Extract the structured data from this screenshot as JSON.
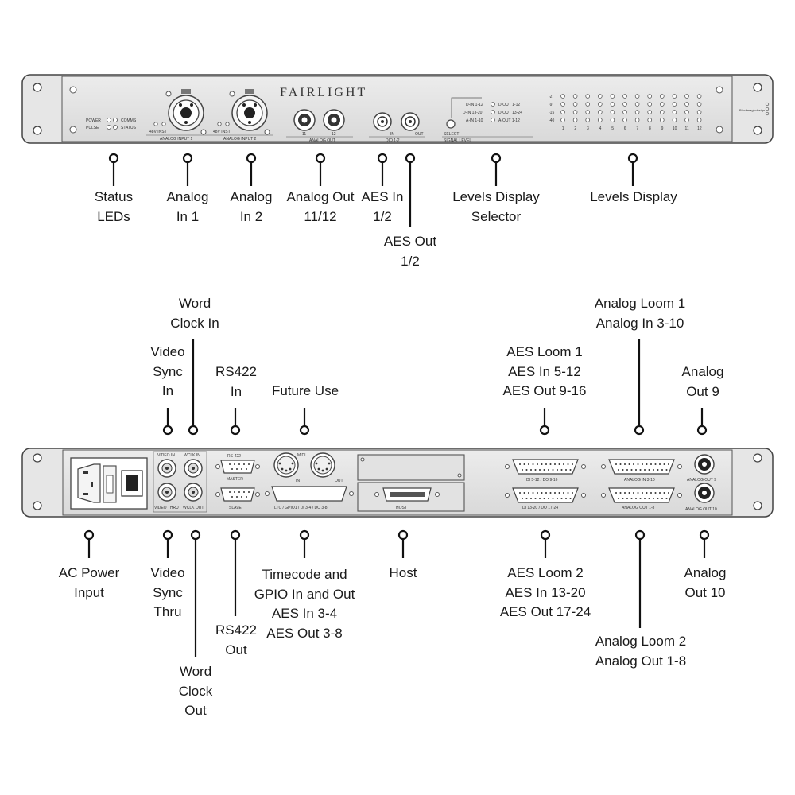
{
  "front_panel": {
    "brand": "FAIRLIGHT",
    "labels": {
      "power": "POWER",
      "comms": "COMMS",
      "pulse": "PULSE",
      "status": "STATUS",
      "phantom1": "48V INST",
      "phantom2": "48V INST",
      "analog_input_1": "ANALOG INPUT 1",
      "analog_input_2": "ANALOG INPUT 2",
      "analog_out": "ANALOG OUT",
      "out_11": "11",
      "out_12": "12",
      "aes_io": "DIO 1-2",
      "aes_in": "IN",
      "aes_out": "OUT",
      "select": "SELECT",
      "signal_level": "SIGNAL LEVEL",
      "sel_din": "D-IN 1-12",
      "sel_dout": "D-OUT 1-12",
      "sel_din2": "D-IN 13-20",
      "sel_dout2": "D-OUT 13-24",
      "sel_ain": "A-IN 1-10",
      "sel_aout": "A-OUT 1-12",
      "db_levels": [
        "-2",
        "-9",
        "-15",
        "-40"
      ],
      "channels": [
        "1",
        "2",
        "3",
        "4",
        "5",
        "6",
        "7",
        "8",
        "9",
        "10",
        "11",
        "12"
      ],
      "maker": "Blackmagicdesign"
    }
  },
  "rear_panel": {
    "labels": {
      "video_in": "VIDEO IN",
      "wclk_in": "WCLK IN",
      "video_thru": "VIDEO THRU",
      "wclk_out": "WCLK OUT",
      "rs422": "RS-422",
      "master": "MASTER",
      "slave": "SLAVE",
      "midi": "MIDI",
      "midi_in": "IN",
      "midi_out": "OUT",
      "ltc": "LTC / GPIO1 / DI 3-4 / DO 3-8",
      "host": "HOST",
      "di_5_12": "DI 5-12 / DO 9-16",
      "di_13_20": "DI 13-20 / DO 17-24",
      "analog_in_3_10": "ANALOG IN 3-10",
      "analog_out_1_8": "ANALOG OUT 1-8",
      "analog_out_9": "ANALOG OUT 9",
      "analog_out_10": "ANALOG OUT 10"
    }
  },
  "callouts": {
    "status_leds": [
      "Status",
      "LEDs"
    ],
    "analog_in_1": [
      "Analog",
      "In 1"
    ],
    "analog_in_2": [
      "Analog",
      "In 2"
    ],
    "analog_out_11_12": [
      "Analog Out",
      "11/12"
    ],
    "aes_in_1_2": [
      "AES In",
      "1/2"
    ],
    "aes_out_1_2": [
      "AES Out",
      "1/2"
    ],
    "levels_display_selector": [
      "Levels Display",
      "Selector"
    ],
    "levels_display": [
      "Levels Display"
    ],
    "word_clock_in": [
      "Word",
      "Clock In"
    ],
    "video_sync_in": [
      "Video",
      "Sync",
      "In"
    ],
    "rs422_in": [
      "RS422",
      "In"
    ],
    "future_use": [
      "Future Use"
    ],
    "aes_loom_1": [
      "AES Loom 1",
      "AES In 5-12",
      "AES Out 9-16"
    ],
    "analog_loom_1": [
      "Analog Loom 1",
      "Analog In 3-10"
    ],
    "analog_out_9": [
      "Analog",
      "Out 9"
    ],
    "ac_power_input": [
      "AC Power",
      "Input"
    ],
    "video_sync_thru": [
      "Video",
      "Sync",
      "Thru"
    ],
    "rs422_out": [
      "RS422",
      "Out"
    ],
    "word_clock_out": [
      "Word",
      "Clock",
      "Out"
    ],
    "timecode_gpio": [
      "Timecode and",
      "GPIO In and Out",
      "AES In 3-4",
      "AES Out 3-8"
    ],
    "host": [
      "Host"
    ],
    "aes_loom_2": [
      "AES Loom 2",
      "AES In 13-20",
      "AES Out 17-24"
    ],
    "analog_loom_2": [
      "Analog Loom 2",
      "Analog Out 1-8"
    ],
    "analog_out_10": [
      "Analog",
      "Out 10"
    ]
  }
}
